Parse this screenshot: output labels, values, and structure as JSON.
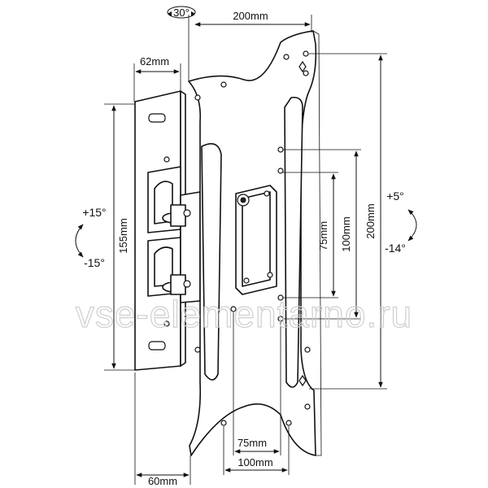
{
  "dimensions": {
    "top_width": "200mm",
    "arm_depth": "62mm",
    "wall_height": "155mm",
    "vesa_v_large": "200mm",
    "vesa_v_mid": "100mm",
    "vesa_v_small": "75mm",
    "vesa_h_small": "75mm",
    "vesa_h_mid": "100mm",
    "bottom_depth": "60mm"
  },
  "angles": {
    "swivel": "30°",
    "left_up": "+15°",
    "left_down": "-15°",
    "right_up": "+5°",
    "right_down": "-14°"
  },
  "watermark": "vse-elementarno.ru"
}
